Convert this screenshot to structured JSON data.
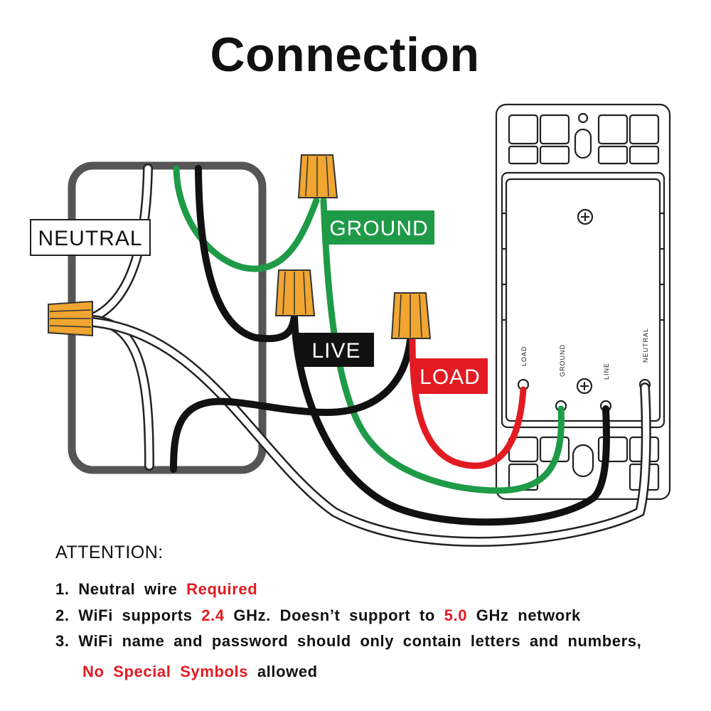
{
  "title": "Connection",
  "labels": {
    "neutral": "NEUTRAL",
    "ground": "GROUND",
    "live": "LIVE",
    "load": "LOAD"
  },
  "terminals": {
    "load": "LOAD",
    "ground": "GROUND",
    "line": "LINE",
    "neutral": "NEUTRAL"
  },
  "attention": {
    "heading": "ATTENTION:",
    "item1": {
      "num": "1.",
      "text": "Neutral wire",
      "highlight": "Required"
    },
    "item2": {
      "num": "2.",
      "t1": "WiFi supports",
      "h1": "2.4",
      "t2": "GHz. Doesn’t support to",
      "h2": "5.0",
      "t3": "GHz network"
    },
    "item3": {
      "num": "3.",
      "text": "WiFi name and password should only contain letters and numbers,"
    },
    "item4": {
      "highlight": "No Special Symbols",
      "text": "allowed"
    }
  },
  "colors": {
    "ground_wire": "#1f9b48",
    "live_wire": "#111111",
    "load_wire": "#e21b22",
    "neutral_wire": "#ffffff",
    "connector": "#f0a630",
    "box_frame": "#555555"
  }
}
